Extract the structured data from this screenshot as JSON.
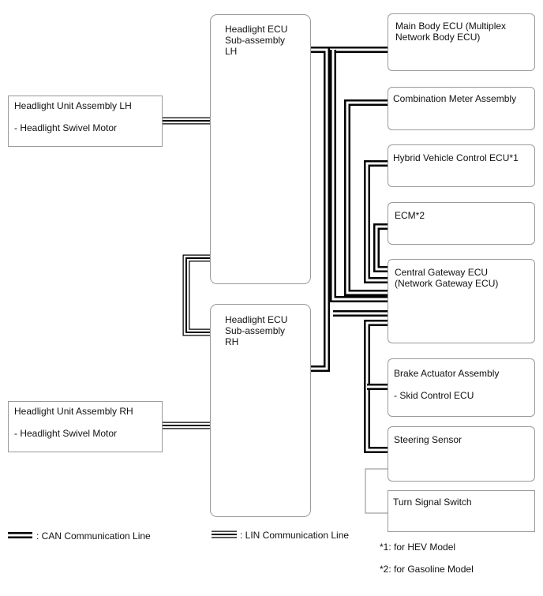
{
  "components": {
    "headlight_ecu_lh": "Headlight ECU\nSub-assembly\nLH",
    "headlight_ecu_rh": "Headlight ECU\nSub-assembly\nRH",
    "headlight_unit_lh": {
      "title": "Headlight Unit Assembly LH",
      "sub": "- Headlight Swivel Motor"
    },
    "headlight_unit_rh": {
      "title": "Headlight Unit Assembly RH",
      "sub": "- Headlight Swivel Motor"
    },
    "main_body_ecu": "Main Body ECU (Multiplex\nNetwork Body ECU)",
    "combination_meter": "Combination Meter Assembly",
    "hybrid_vehicle_ecu": "Hybrid Vehicle Control ECU*1",
    "ecm": "ECM*2",
    "central_gateway_ecu": "Central Gateway ECU\n(Network Gateway ECU)",
    "brake_actuator": {
      "title": "Brake Actuator Assembly",
      "sub": "- Skid Control ECU"
    },
    "steering_sensor": "Steering Sensor",
    "turn_signal_switch": "Turn Signal Switch"
  },
  "legend": {
    "can": ": CAN Communication Line",
    "lin": ": LIN Communication Line"
  },
  "notes": {
    "note1": "*1: for HEV Model",
    "note2": "*2: for Gasoline Model"
  }
}
